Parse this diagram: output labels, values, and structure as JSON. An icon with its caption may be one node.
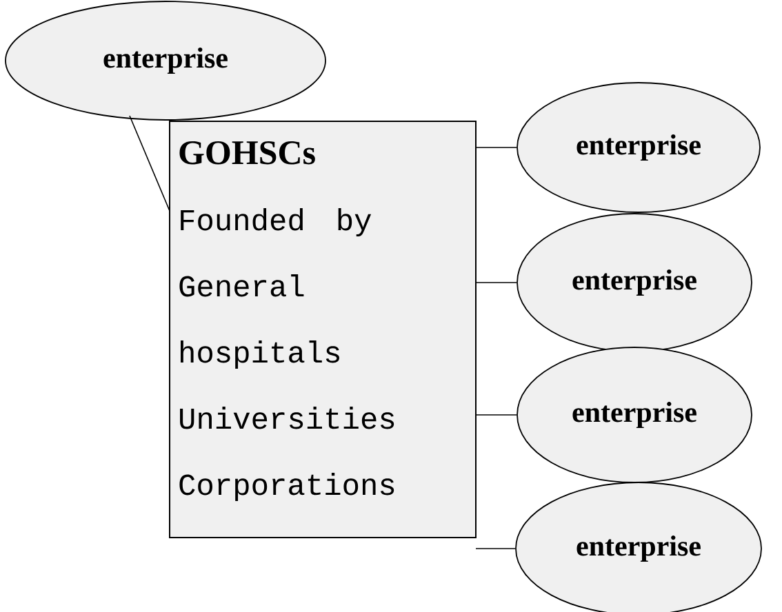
{
  "diagram": {
    "nodes": [
      {
        "text": [
          "enterprise"
        ]
      },
      {
        "text": [
          "GOHSCs",
          "Founded by",
          "General hospitals",
          "Universities",
          "Corporations"
        ]
      },
      {
        "text": [
          "enterprise"
        ]
      },
      {
        "text": [
          "enterprise"
        ]
      },
      {
        "text": [
          "enterprise"
        ]
      },
      {
        "text": [
          "enterprise"
        ]
      }
    ],
    "edges": [
      {
        "from": 0,
        "to": 1,
        "arrow": "none"
      },
      {
        "from": 1,
        "to": 2,
        "arrow": "none"
      },
      {
        "from": 1,
        "to": 3,
        "arrow": "none"
      },
      {
        "from": 1,
        "to": 4,
        "arrow": "none"
      },
      {
        "from": 1,
        "to": 5,
        "arrow": "none"
      }
    ]
  }
}
